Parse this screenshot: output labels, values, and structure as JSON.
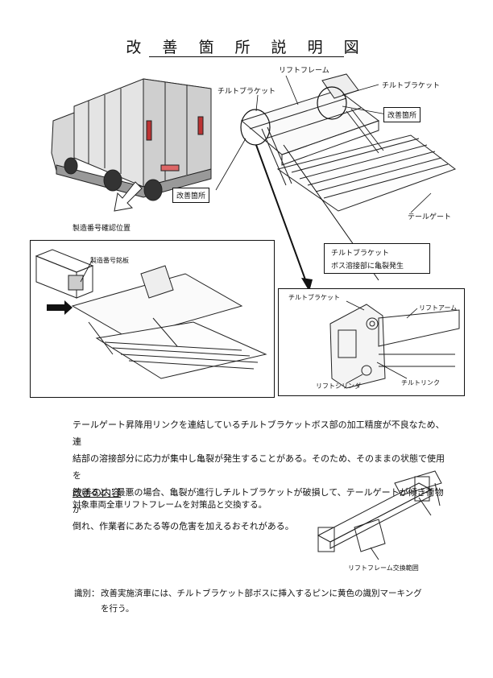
{
  "title": "改 善 箇 所 説 明 図",
  "labels": {
    "lift_frame": "リフトフレーム",
    "tilt_bracket_left": "チルトブラケット",
    "tilt_bracket_right": "チルトブラケット",
    "improvement_top": "改善箇所",
    "improvement_mid": "改善箇所",
    "tailgate": "テールゲート",
    "serial_location": "製造番号確認位置",
    "serial_plate": "製造番号銘板"
  },
  "callout": {
    "line1": "チルトブラケット",
    "line2": "ボス溶接部に亀裂発生"
  },
  "detail": {
    "tilt_bracket": "チルトブラケット",
    "lift_arm": "リフトアーム",
    "lift_cylinder": "リフトシリンダ",
    "tilt_link": "チルトリンク"
  },
  "body": [
    "テールゲート昇降用リンクを連結しているチルトブラケットボス部の加工精度が不良なため、連",
    "結部の溶接部分に応力が集中し亀裂が発生することがある。そのため、そのままの状態で使用を",
    "続けると、最悪の場合、亀裂が進行しチルトブラケットが破損して、テールゲートが傾き荷物が",
    "倒れ、作業者にあたる等の危害を加えるおそれがある。"
  ],
  "section": {
    "heading": "改善の内容",
    "text": "対象車両全車リフトフレームを対策品と交換する。",
    "figure_caption": "リフトフレーム交換範囲"
  },
  "note": {
    "head": "識別：",
    "line1": "改善実施済車には、チルトブラケット部ボスに挿入するピンに黄色の識別マーキング",
    "line2": "を行う。"
  }
}
